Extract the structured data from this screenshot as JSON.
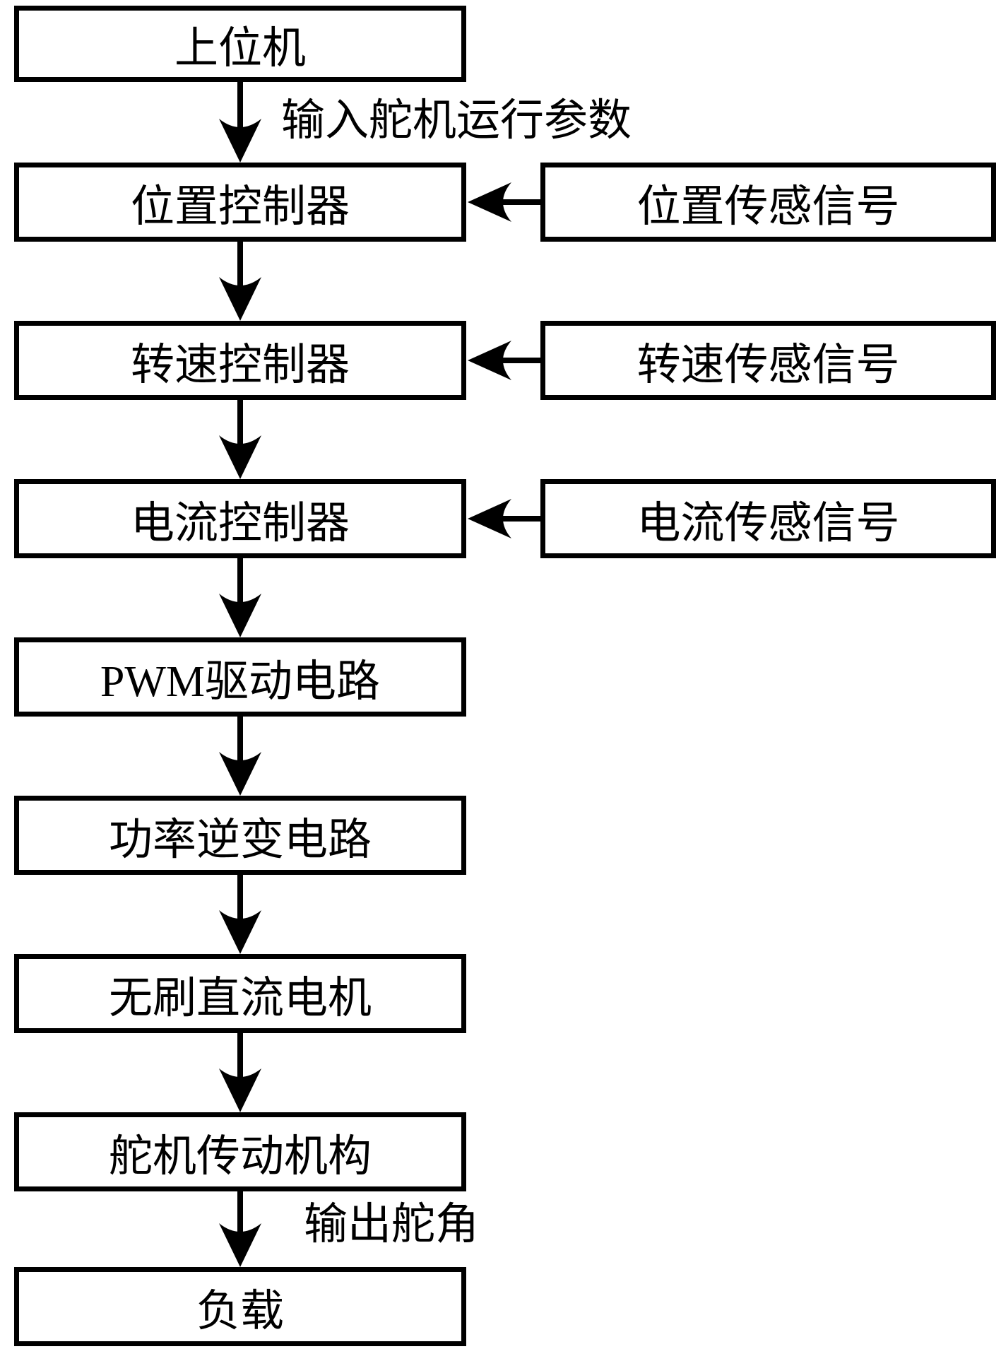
{
  "figure": {
    "type": "flowchart",
    "background_color": "#ffffff",
    "line_color": "#000000",
    "box_fill_color": "#ffffff",
    "flow_nodes": [
      {
        "label": "上位机"
      },
      {
        "label": "位置控制器"
      },
      {
        "label": "转速控制器"
      },
      {
        "label": "电流控制器"
      },
      {
        "label": "PWM驱动电路"
      },
      {
        "label": "功率逆变电路"
      },
      {
        "label": "无刷直流电机"
      },
      {
        "label": "舵机传动机构"
      },
      {
        "label": "负载"
      }
    ],
    "sensor_nodes": [
      {
        "label": "位置传感信号",
        "target": "位置控制器"
      },
      {
        "label": "转速传感信号",
        "target": "转速控制器"
      },
      {
        "label": "电流传感信号",
        "target": "电流控制器"
      }
    ],
    "edge_labels": {
      "input": "输入舵机运行参数",
      "output": "输出舵角"
    },
    "edges": [
      {
        "from": "上位机",
        "to": "位置控制器",
        "label": "输入舵机运行参数"
      },
      {
        "from": "位置控制器",
        "to": "转速控制器",
        "label": ""
      },
      {
        "from": "转速控制器",
        "to": "电流控制器",
        "label": ""
      },
      {
        "from": "电流控制器",
        "to": "PWM驱动电路",
        "label": ""
      },
      {
        "from": "PWM驱动电路",
        "to": "功率逆变电路",
        "label": ""
      },
      {
        "from": "功率逆变电路",
        "to": "无刷直流电机",
        "label": ""
      },
      {
        "from": "无刷直流电机",
        "to": "舵机传动机构",
        "label": ""
      },
      {
        "from": "舵机传动机构",
        "to": "负载",
        "label": "输出舵角"
      },
      {
        "from": "位置传感信号",
        "to": "位置控制器",
        "label": ""
      },
      {
        "from": "转速传感信号",
        "to": "转速控制器",
        "label": ""
      },
      {
        "from": "电流传感信号",
        "to": "电流控制器",
        "label": ""
      }
    ]
  }
}
